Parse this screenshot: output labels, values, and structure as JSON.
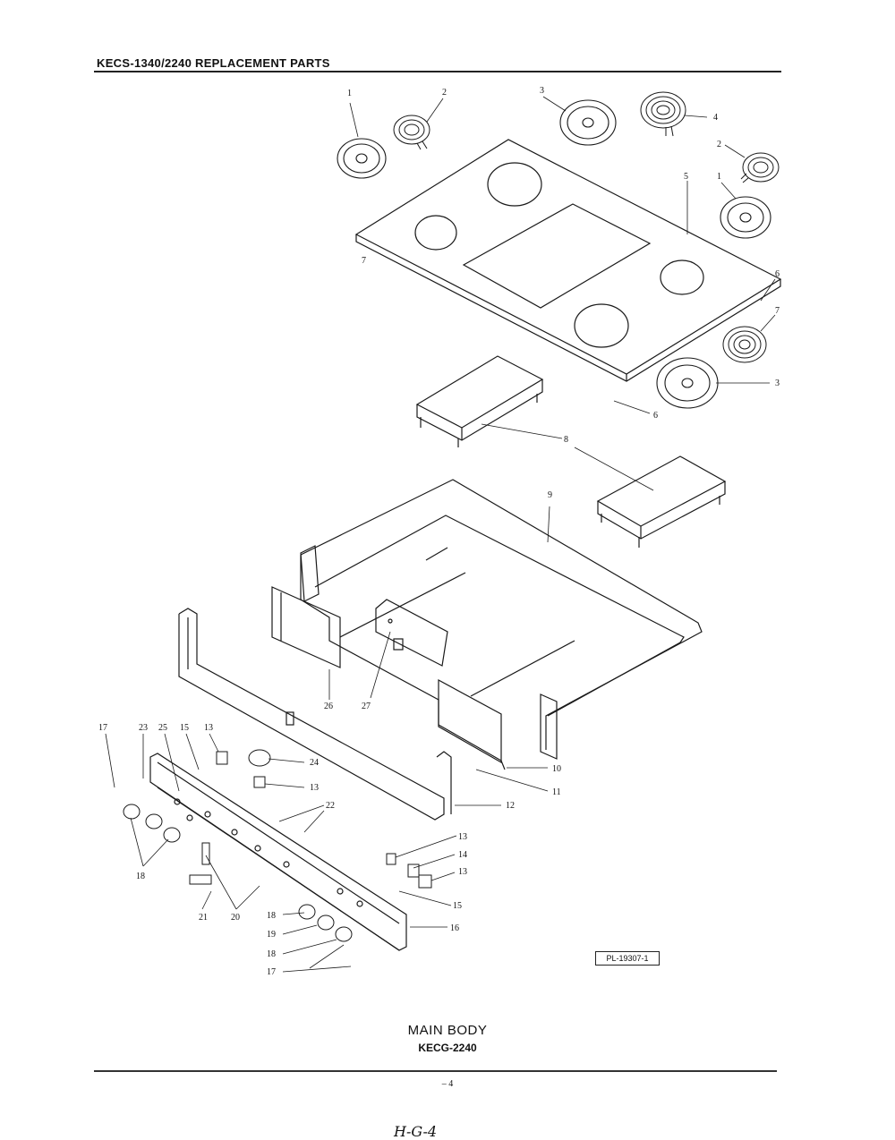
{
  "header": {
    "title": "KECS-1340/2240 REPLACEMENT PARTS"
  },
  "caption": {
    "title": "MAIN BODY",
    "model": "KECG-2240"
  },
  "reference_code": "PL-19307-1",
  "page_number": "– 4",
  "handwritten_note": "H-G-4",
  "callouts": [
    "1",
    "2",
    "3",
    "4",
    "2",
    "5",
    "1",
    "6",
    "7",
    "3",
    "6",
    "8",
    "9",
    "10",
    "11",
    "12",
    "13",
    "13",
    "14",
    "13",
    "15",
    "16",
    "17",
    "17",
    "18",
    "18",
    "18",
    "19",
    "20",
    "21",
    "22",
    "23",
    "24",
    "25",
    "15",
    "13",
    "26",
    "27",
    "7"
  ]
}
